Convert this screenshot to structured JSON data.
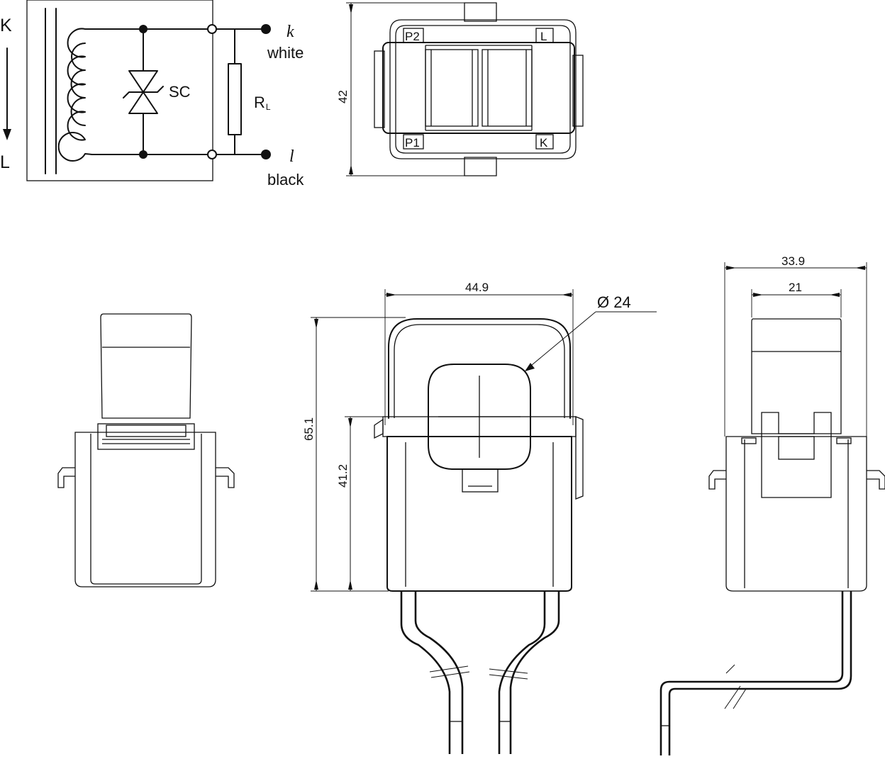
{
  "schematic": {
    "primary_top": "K",
    "primary_bottom": "L",
    "component_sc": "SC",
    "resistor_main": "R",
    "resistor_sub": "L",
    "terminal_k_symbol": "k",
    "terminal_k_color": "white",
    "terminal_l_symbol": "l",
    "terminal_l_color": "black"
  },
  "top_view": {
    "height_dim": "42",
    "mark_p2": "P2",
    "mark_l": "L",
    "mark_p1": "P1",
    "mark_k": "K"
  },
  "front_view": {
    "width_dim": "44.9",
    "height_dim": "65.1",
    "window_height_dim": "41.2",
    "aperture_dim": "Ø 24"
  },
  "side_view": {
    "outer_width_dim": "33.9",
    "inner_width_dim": "21"
  }
}
